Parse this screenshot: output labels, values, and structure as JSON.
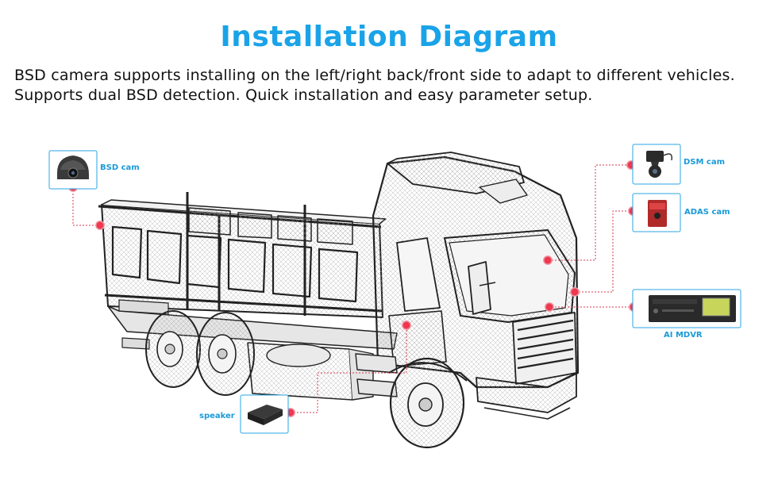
{
  "header": {
    "title": "Installation Diagram",
    "line1": "BSD camera supports installing on the left/right back/front side to adapt to different vehicles.",
    "line2": "Supports dual BSD detection. Quick installation and easy parameter setup."
  },
  "components": {
    "bsd_cam": "BSD cam",
    "dsm_cam": "DSM cam",
    "adas_cam": "ADAS cam",
    "ai_mdvr": "AI MDVR",
    "speaker": "speaker"
  },
  "colors": {
    "accent": "#1aa3e8",
    "marker": "#e8324a",
    "leader": "#d83a4e"
  }
}
